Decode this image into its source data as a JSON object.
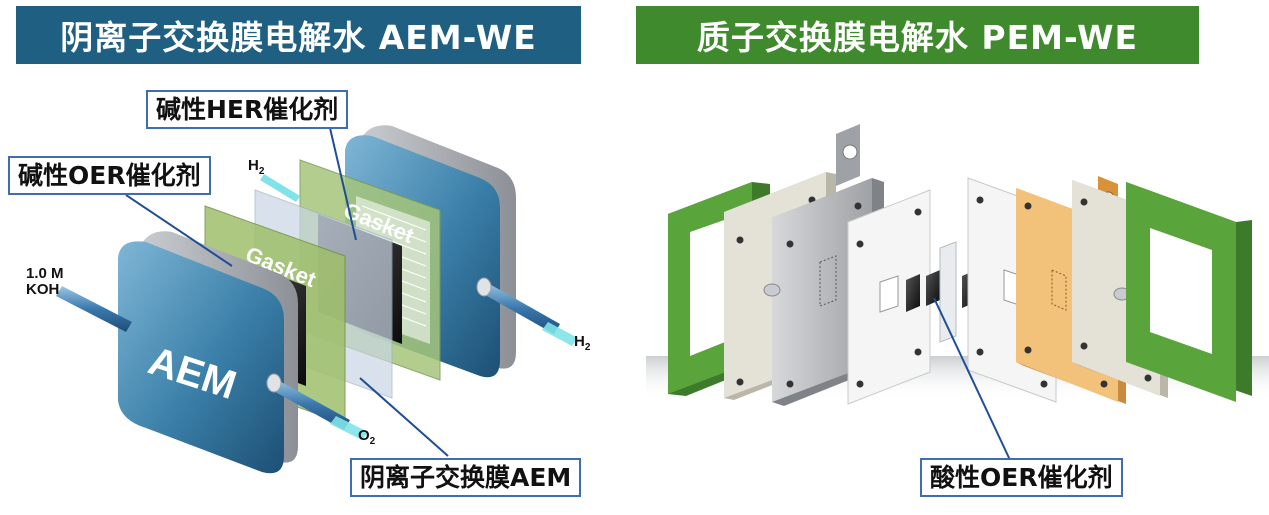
{
  "aem": {
    "title": "阴离子交换膜电解水 AEM-WE",
    "banner_color": "#1f5f82",
    "callouts": {
      "her": "碱性HER催化剂",
      "oer": "碱性OER催化剂",
      "membrane": "阴离子交换膜AEM"
    },
    "labels": {
      "koh_1": "1.0 M",
      "koh_2": "KOH",
      "h2_top": "H",
      "h2_top_sub": "2",
      "h2_right": "H",
      "h2_right_sub": "2",
      "o2": "O",
      "o2_sub": "2",
      "gasket_front": "Gasket",
      "gasket_back": "Gasket",
      "end_plate": "AEM"
    }
  },
  "pem": {
    "title": "质子交换膜电解水 PEM-WE",
    "banner_color": "#3f8a2c",
    "callouts": {
      "oer": "酸性OER催化剂"
    }
  },
  "colors": {
    "callout_border": "#3f6db0",
    "leader_line": "#1f4e96",
    "endplate_blue": "#3a7fa8",
    "frame_green": "#5aa43c",
    "copper_plate": "#f2b15a",
    "gasket_green": "#9fbf6a"
  }
}
